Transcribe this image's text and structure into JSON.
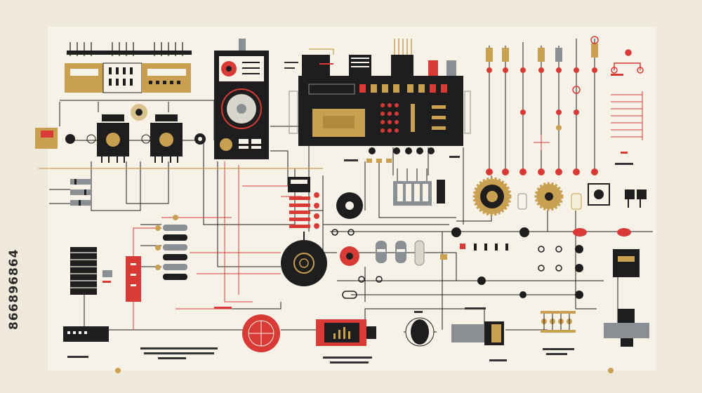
{
  "watermark": {
    "id_text": "866896864"
  },
  "colors": {
    "background": "#efe9dc",
    "panel": "#f6f2e8",
    "ink": "#1e1e1e",
    "red": "#d93a36",
    "gold": "#c9a052",
    "grey": "#8a8f94"
  },
  "icons": [
    "circuit-board",
    "dial-knob",
    "vacuum-tube",
    "gear-icon",
    "transformer-icon",
    "resistor-icon",
    "potentiometer-icon",
    "speaker-icon"
  ]
}
